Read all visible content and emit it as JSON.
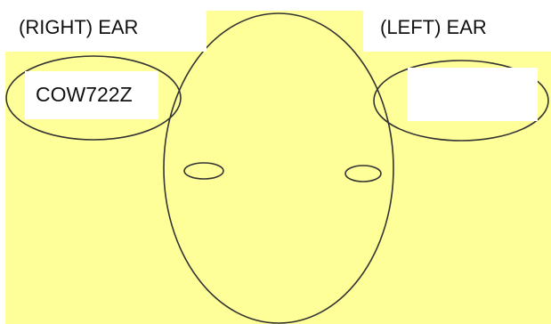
{
  "labels": {
    "right_ear": "(RIGHT) EAR",
    "left_ear": "(LEFT) EAR"
  },
  "tags": {
    "right_ear_tag": "COW722Z",
    "left_ear_tag": ""
  },
  "colors": {
    "background_fill": "#ffff99",
    "outline": "#333333",
    "label_background": "#ffffff"
  }
}
